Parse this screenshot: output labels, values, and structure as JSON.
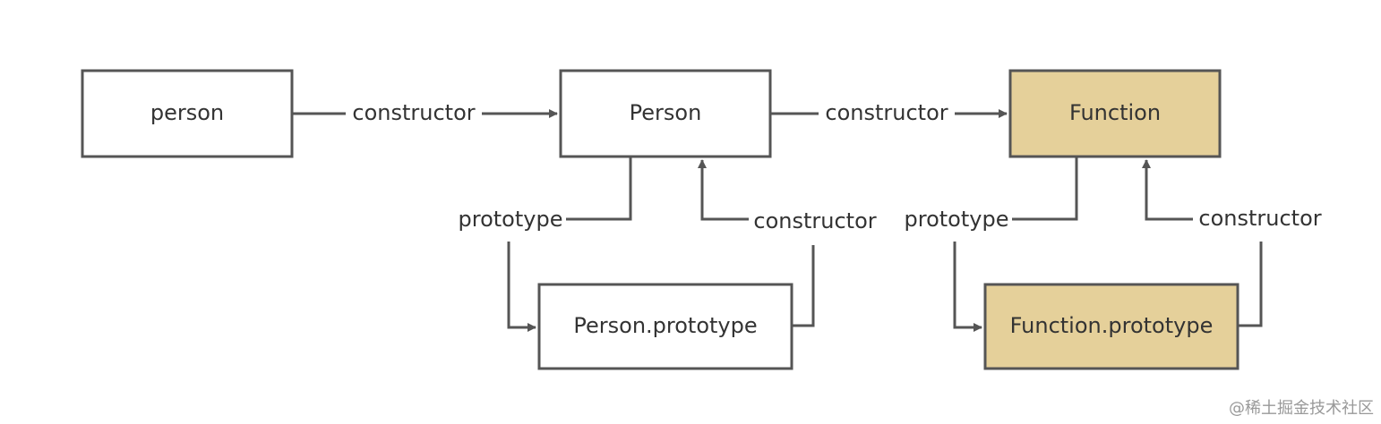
{
  "colors": {
    "stroke": "#555555",
    "text": "#333333",
    "plain_fill": "#ffffff",
    "function_fill": "#e5d09a",
    "watermark": "#999999"
  },
  "nodes": {
    "person": "person",
    "Person": "Person",
    "Function": "Function",
    "Person_prototype": "Person.prototype",
    "Function_prototype": "Function.prototype"
  },
  "edges": {
    "person_to_Person": "constructor",
    "Person_to_Function": "constructor",
    "Person_prototype_link": "prototype",
    "Person_prototype_constructor": "constructor",
    "Function_prototype_link": "prototype",
    "Function_prototype_constructor": "constructor"
  },
  "watermark": "@稀土掘金技术社区"
}
